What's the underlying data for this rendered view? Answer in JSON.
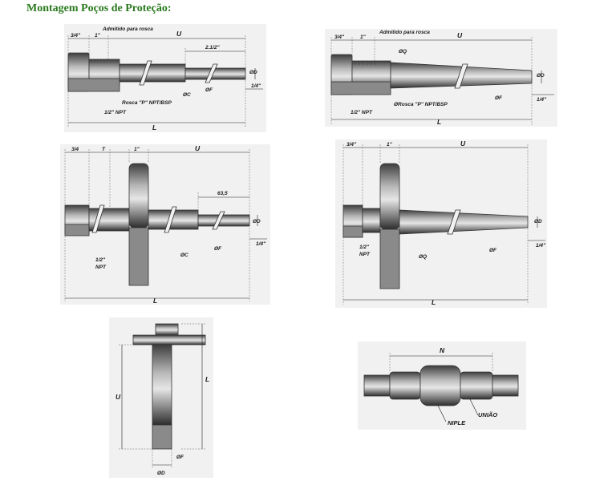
{
  "page_title": "Montagem Poços de Proteção:",
  "panels": {
    "p1": {
      "admitido": "Admitido para rosca",
      "d34": "3/4\"",
      "d1": "1\"",
      "u": "U",
      "d212": "2.1/2\"",
      "od": "ØD",
      "oc": "ØC",
      "of": "ØF",
      "q14": "1/4\"",
      "rosca": "Rosca \"P\" NPT/BSP",
      "npt": "1/2\" NPT",
      "l": "L"
    },
    "p2": {
      "admitido": "Admitido para rosca",
      "d34": "3/4\"",
      "d1": "1\"",
      "u": "U",
      "oq": "ØQ",
      "od": "ØD",
      "rosca": "ØRosca \"P\" NPT/BSP",
      "of": "ØF",
      "q14": "1/4\"",
      "npt": "1/2\" NPT",
      "l": "L"
    },
    "p3": {
      "d34": "3/4",
      "t": "T",
      "d1": "1\"",
      "u": "U",
      "d635": "63,5",
      "od": "ØD",
      "q14": "1/4\"",
      "npt12": "1/2\"",
      "npt": "NPT",
      "oc": "ØC",
      "of": "ØF",
      "l": "L"
    },
    "p4": {
      "d34": "3/4\"",
      "d1": "1\"",
      "u": "U",
      "od": "ØD",
      "npt12": "1/2\"",
      "npt": "NPT",
      "oq": "ØQ",
      "of": "ØF",
      "q14": "1/4\"",
      "l": "L"
    },
    "p5": {
      "u": "U",
      "l": "L",
      "od": "ØD",
      "of": "ØF"
    },
    "p6": {
      "n": "N",
      "uniao": "UNIÃO",
      "niple": "NIPLE"
    }
  }
}
